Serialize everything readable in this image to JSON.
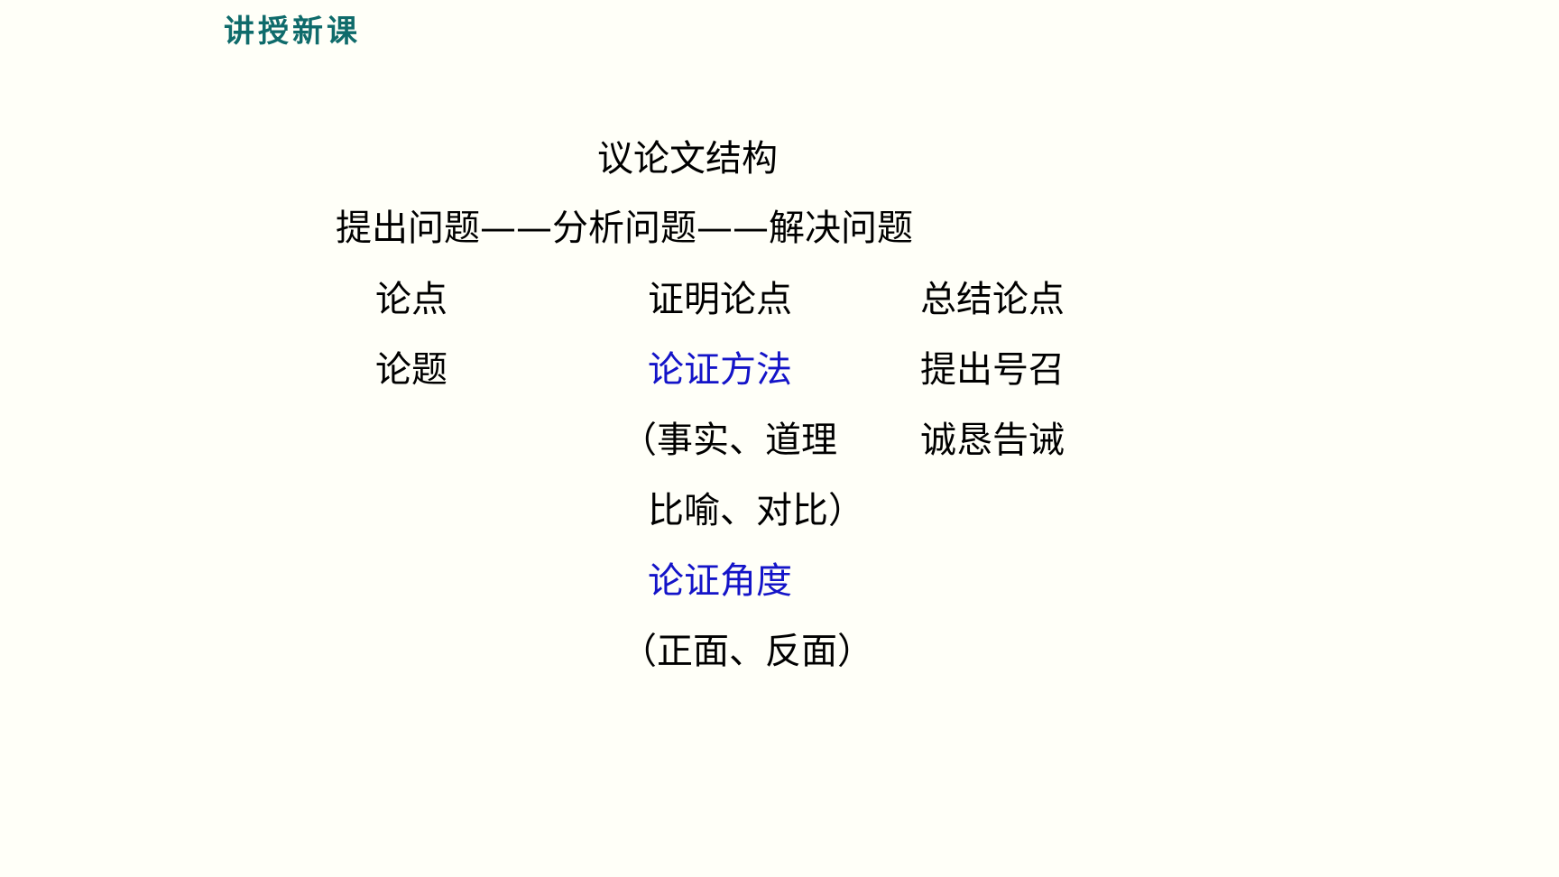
{
  "slide": {
    "section_label": "讲授新课",
    "title": "议论文结构",
    "flow": "提出问题——分析问题——解决问题",
    "columns": {
      "left": {
        "items": [
          "论点",
          "论题"
        ]
      },
      "middle": {
        "items": [
          "证明论点",
          "论证方法",
          "（事实、道理",
          "比喻、对比）",
          "论证角度",
          "（正面、反面）"
        ]
      },
      "right": {
        "items": [
          "总结论点",
          "提出号召",
          "诚恳告诫"
        ]
      }
    },
    "colors": {
      "background": "#fffff8",
      "section_label": "#0f6b6b",
      "text": "#000000",
      "highlight": "#1414c8"
    }
  }
}
